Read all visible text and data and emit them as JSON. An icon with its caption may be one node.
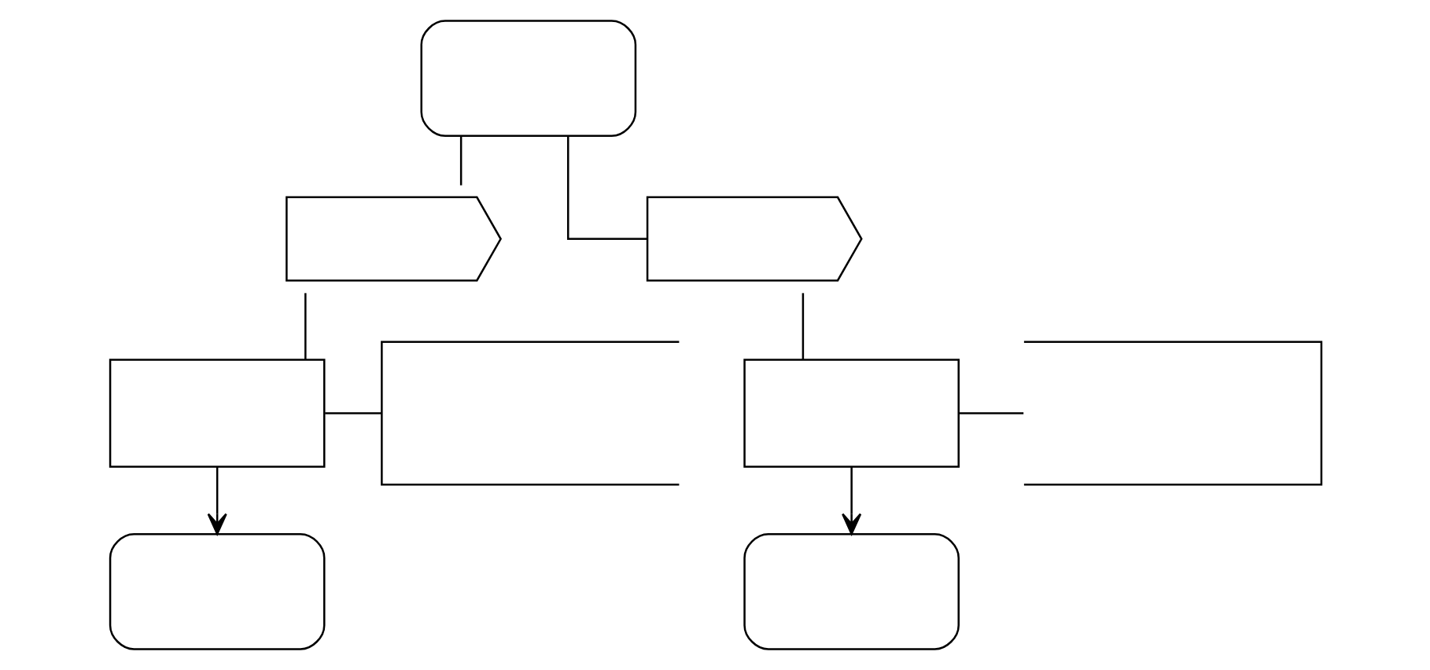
{
  "diagram": {
    "nodes": [
      {
        "text": [],
        "shape": "terminator"
      },
      {
        "text": [],
        "shape": "flag"
      },
      {
        "text": [],
        "shape": "flag"
      },
      {
        "text": [],
        "shape": "box"
      },
      {
        "text": [],
        "shape": "bracket"
      },
      {
        "text": [],
        "shape": "bracket"
      },
      {
        "text": [],
        "shape": "box"
      },
      {
        "text": [],
        "shape": "terminator"
      },
      {
        "text": [],
        "shape": "terminator"
      }
    ],
    "edges": [
      {
        "from": 0,
        "to": 1,
        "arrow": "none"
      },
      {
        "from": 0,
        "to": 2,
        "arrow": "none"
      },
      {
        "from": 1,
        "to": 3,
        "arrow": "none"
      },
      {
        "from": 2,
        "to": 6,
        "arrow": "none"
      },
      {
        "from": 3,
        "to": 4,
        "arrow": "none"
      },
      {
        "from": 6,
        "to": 5,
        "arrow": "none"
      },
      {
        "from": 3,
        "to": 7,
        "arrow": "to"
      },
      {
        "from": 6,
        "to": 8,
        "arrow": "to"
      }
    ]
  }
}
